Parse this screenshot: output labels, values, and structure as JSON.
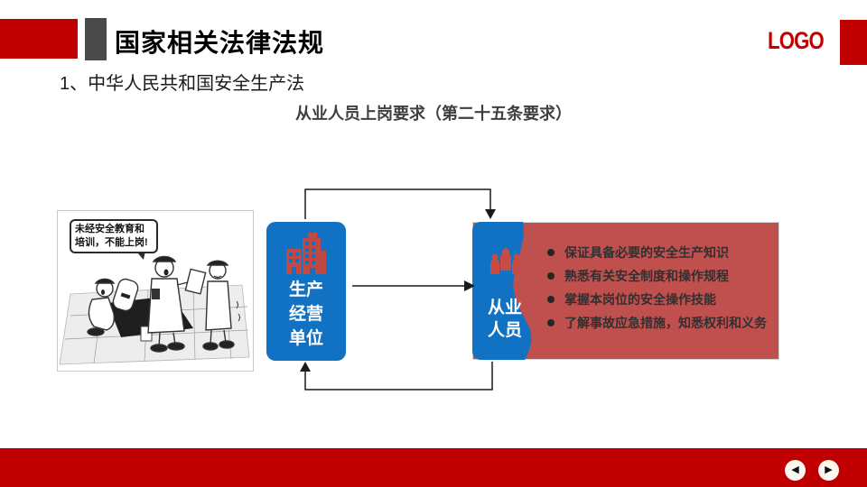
{
  "header": {
    "title": "国家相关法律法规",
    "logo": "LOGO",
    "subtitle": "1、中华人民共和国安全生产法"
  },
  "section": {
    "heading": "从业人员上岗要求（第二十五条要求）"
  },
  "diagram": {
    "cartoon": {
      "bubble_line1": "未经安全教育和",
      "bubble_line2": "培训，不能上岗!"
    },
    "left_node": {
      "icon": "building-icon",
      "label_lines": [
        "生产",
        "经营",
        "单位"
      ]
    },
    "right_node": {
      "icon": "people-icon",
      "label_lines": [
        "从业",
        "人员"
      ],
      "bullets": [
        "保证具备必要的安全生产知识",
        "熟悉有关安全制度和操作规程",
        "掌握本岗位的安全操作技能",
        "了解事故应急措施，知悉权利和义务"
      ]
    }
  },
  "footer": {
    "prev_label": "◀",
    "next_label": "▶"
  },
  "colors": {
    "accent_red": "#c00000",
    "box_blue": "#1171c2",
    "box_red": "#c0504d",
    "accent_gray": "#4a4a4a"
  }
}
